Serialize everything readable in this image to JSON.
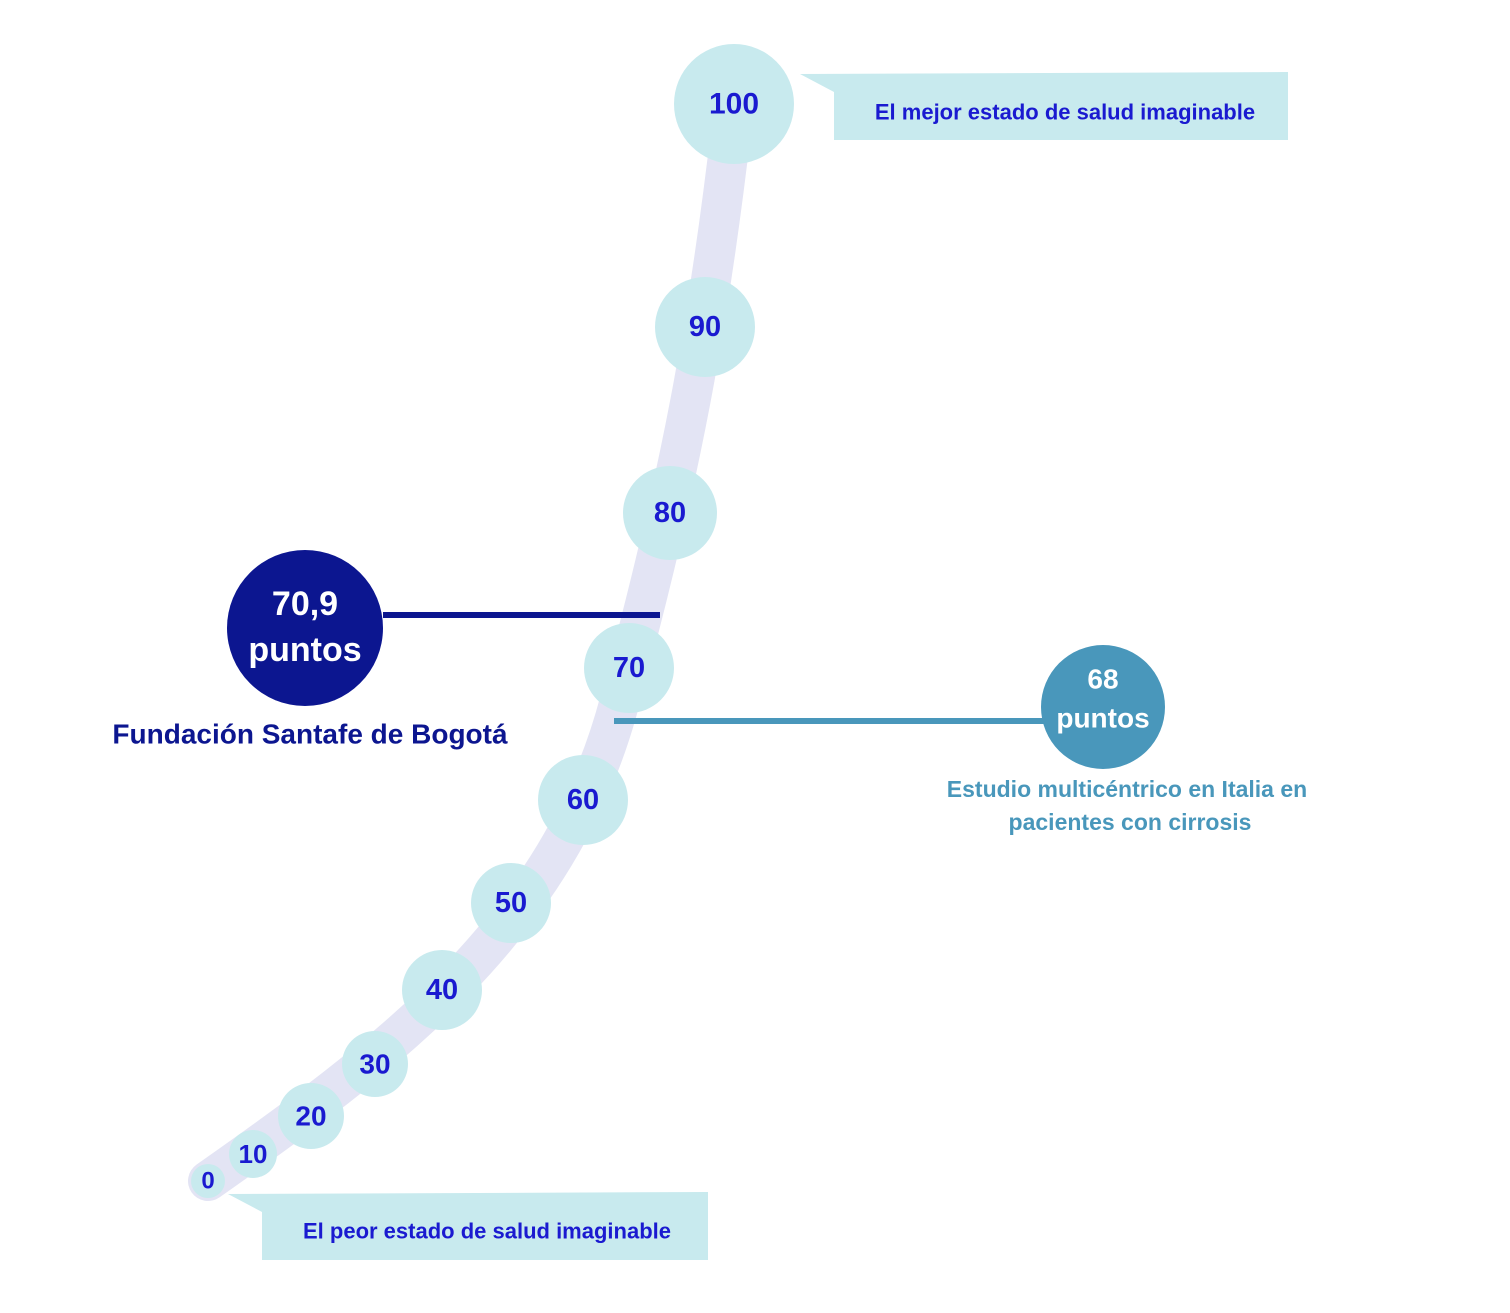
{
  "scale": {
    "ticks": [
      "0",
      "10",
      "20",
      "30",
      "40",
      "50",
      "60",
      "70",
      "80",
      "90",
      "100"
    ],
    "top_callout": "El mejor estado de salud imaginable",
    "bottom_callout": "El peor estado de salud imaginable"
  },
  "markers": {
    "fsb": {
      "value": 70.9,
      "score_line1": "70,9",
      "score_line2": "puntos",
      "label": "Fundación Santafe de Bogotá"
    },
    "italy": {
      "value": 68,
      "score_line1": "68",
      "score_line2": "puntos",
      "label_line1": "Estudio multicéntrico en Italia en",
      "label_line2": "pacientes con cirrosis"
    }
  },
  "colors": {
    "track": "#e3e4f4",
    "tick_fill": "#c8eaee",
    "tick_text": "#1a1ad0",
    "callout_fill": "#c8eaee",
    "fsb": "#0c1690",
    "italy": "#4997bb"
  }
}
